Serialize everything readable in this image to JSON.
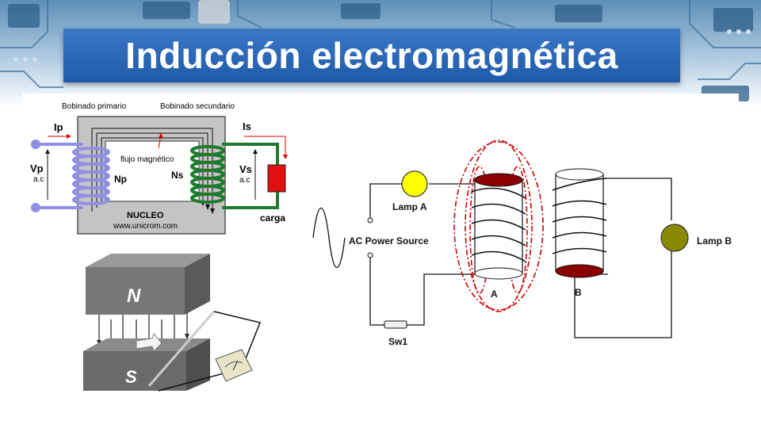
{
  "slide": {
    "title": "Inducción electromagnética"
  },
  "transformer": {
    "primary_winding_label": "Bobinado primario",
    "secondary_winding_label": "Bobinado secundario",
    "ip_label": "Ip",
    "is_label": "Is",
    "vp_label": "Vp",
    "vp_unit": "a.c",
    "vs_label": "Vs",
    "vs_unit": "a.c",
    "np_label": "Np",
    "ns_label": "Ns",
    "flux_label": "flujo magnético",
    "core_label": "NUCLEO",
    "website": "www.unicrom.com",
    "load_label": "carga"
  },
  "magnet": {
    "north_label": "N",
    "south_label": "S"
  },
  "circuit": {
    "lamp_a_label": "Lamp A",
    "lamp_b_label": "Lamp B",
    "source_label": "AC Power Source",
    "switch_label": "Sw1",
    "coil_a_label": "A",
    "coil_b_label": "B"
  },
  "colors": {
    "title_bar": "#2a6bbd",
    "primary_coil": "#8f8fe6",
    "secondary_coil": "#1e7a2e",
    "load": "#e01010",
    "lamp_a": "#ffff00",
    "lamp_b": "#8a8a00",
    "coil_cap": "#8b0000",
    "field_lines": "#cc0000"
  }
}
